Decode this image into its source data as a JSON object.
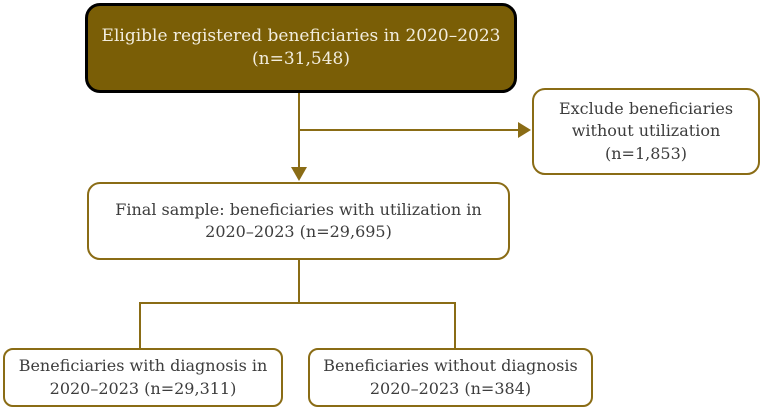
{
  "colors": {
    "accent": "#8a6c15",
    "dark_fill": "#7a5e06",
    "top_border": "#000000",
    "text_dark": "#3d3d3d",
    "text_light": "#f2edde",
    "background": "#ffffff"
  },
  "nodes": {
    "eligible": {
      "lines": [
        "Eligible registered beneficiaries in 2020–2023",
        "(n=31,548)"
      ]
    },
    "exclude": {
      "lines": [
        "Exclude beneficiaries",
        "without utilization",
        "(n=1,853)"
      ]
    },
    "final_sample": {
      "lines": [
        "Final sample: beneficiaries with utilization in",
        "2020–2023 (n=29,695)"
      ]
    },
    "with_diagnosis": {
      "lines": [
        "Beneficiaries with diagnosis in",
        "2020–2023 (n=29,311)"
      ]
    },
    "without_diagnosis": {
      "lines": [
        "Beneficiaries without diagnosis",
        "2020–2023 (n=384)"
      ]
    }
  }
}
